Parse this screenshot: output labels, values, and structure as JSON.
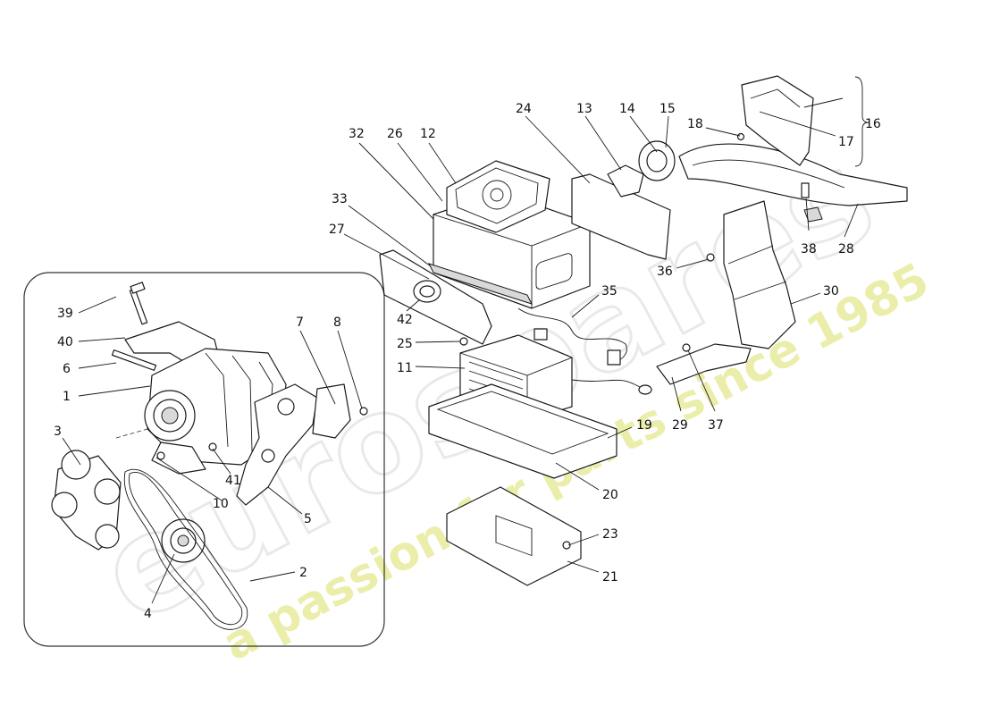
{
  "watermark": {
    "brand": "eurospares",
    "tagline": "a passion for parts since 1985",
    "color": "#e8ec9c"
  },
  "callouts": [
    {
      "id": "1",
      "label": "1"
    },
    {
      "id": "2",
      "label": "2"
    },
    {
      "id": "3",
      "label": "3"
    },
    {
      "id": "4",
      "label": "4"
    },
    {
      "id": "5",
      "label": "5"
    },
    {
      "id": "6",
      "label": "6"
    },
    {
      "id": "7",
      "label": "7"
    },
    {
      "id": "8",
      "label": "8"
    },
    {
      "id": "10",
      "label": "10"
    },
    {
      "id": "11",
      "label": "11"
    },
    {
      "id": "12",
      "label": "12"
    },
    {
      "id": "13",
      "label": "13"
    },
    {
      "id": "14",
      "label": "14"
    },
    {
      "id": "15",
      "label": "15"
    },
    {
      "id": "16",
      "label": "16"
    },
    {
      "id": "17",
      "label": "17"
    },
    {
      "id": "18",
      "label": "18"
    },
    {
      "id": "19",
      "label": "19"
    },
    {
      "id": "20",
      "label": "20"
    },
    {
      "id": "21",
      "label": "21"
    },
    {
      "id": "23",
      "label": "23"
    },
    {
      "id": "24",
      "label": "24"
    },
    {
      "id": "25",
      "label": "25"
    },
    {
      "id": "26",
      "label": "26"
    },
    {
      "id": "27",
      "label": "27"
    },
    {
      "id": "28",
      "label": "28"
    },
    {
      "id": "29",
      "label": "29"
    },
    {
      "id": "30",
      "label": "30"
    },
    {
      "id": "32",
      "label": "32"
    },
    {
      "id": "33",
      "label": "33"
    },
    {
      "id": "35",
      "label": "35"
    },
    {
      "id": "36",
      "label": "36"
    },
    {
      "id": "37",
      "label": "37"
    },
    {
      "id": "38",
      "label": "38"
    },
    {
      "id": "39",
      "label": "39"
    },
    {
      "id": "40",
      "label": "40"
    },
    {
      "id": "41",
      "label": "41"
    },
    {
      "id": "42",
      "label": "42"
    }
  ]
}
